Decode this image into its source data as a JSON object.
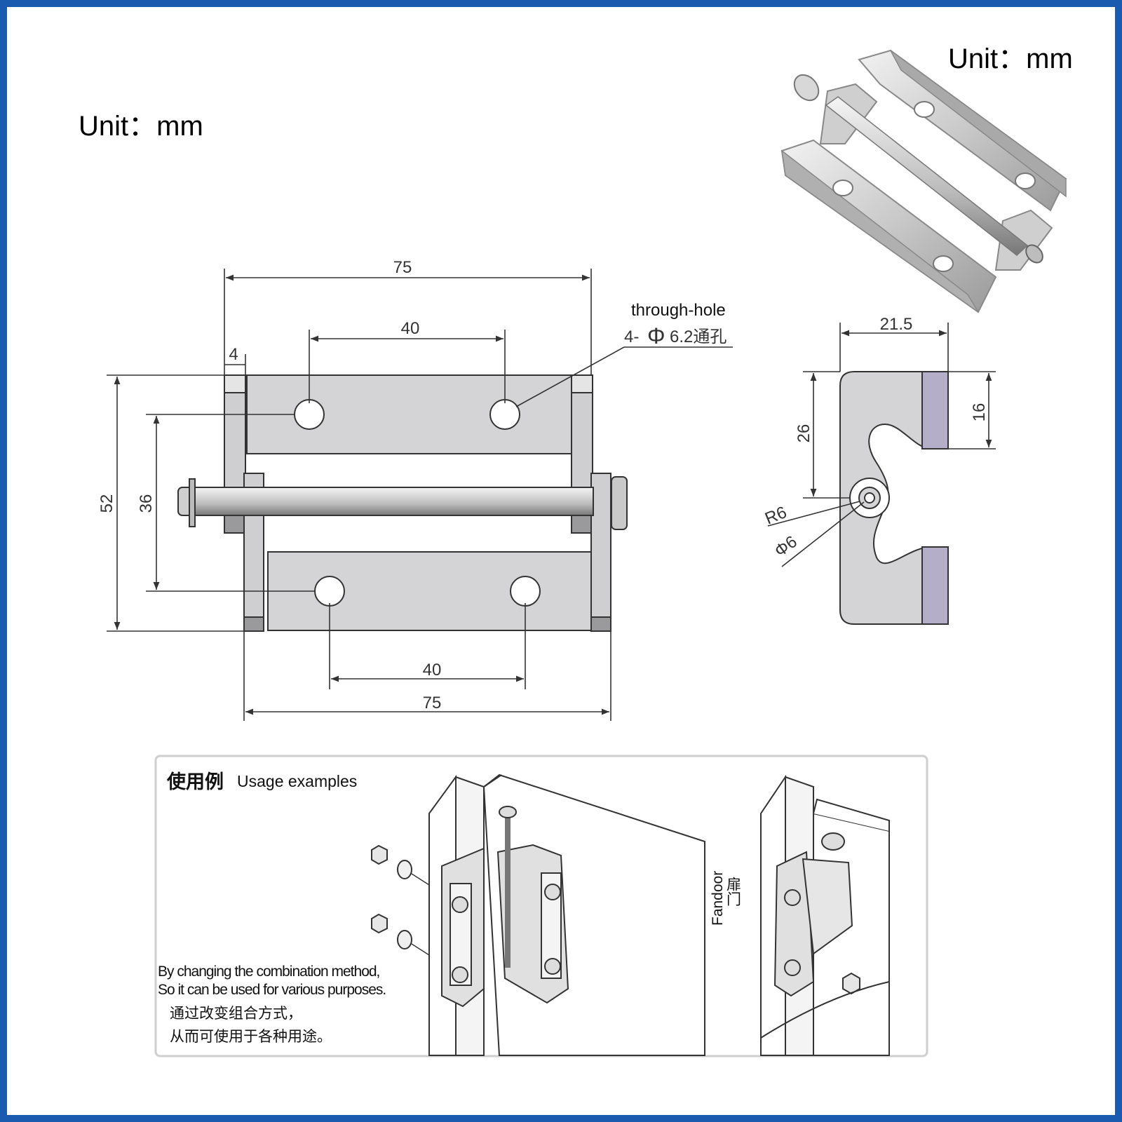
{
  "unit_labels": {
    "left": "Unit：mm",
    "right": "Unit：mm"
  },
  "front_view": {
    "top_width": "75",
    "top_hole_spacing": "40",
    "leaf_thickness": "4",
    "overall_height": "52",
    "hole_center_spacing": "36",
    "bottom_hole_spacing": "40",
    "bottom_width": "75",
    "hole_callout_title": "through-hole",
    "hole_callout_prefix": "4-",
    "hole_callout_symbol": "Φ",
    "hole_callout_value": "6.2通孔"
  },
  "side_view": {
    "width": "21.5",
    "height_26": "26",
    "height_16": "16",
    "radius": "R6",
    "pin_diameter": "Φ6"
  },
  "usage": {
    "title_cn": "使用例",
    "title_en": "Usage examples",
    "desc_en_1": "By changing the combination method,",
    "desc_en_2": "So it can be used for various purposes.",
    "desc_cn_1": "通过改变组合方式，",
    "desc_cn_2": "从而可使用于各种用途。",
    "door_label_en": "Fandoor",
    "door_label_cn": "扉门"
  },
  "colors": {
    "frame": "#1a5bb0",
    "part_fill": "#d4d4d6",
    "accent_purple": "#b5aec8"
  }
}
